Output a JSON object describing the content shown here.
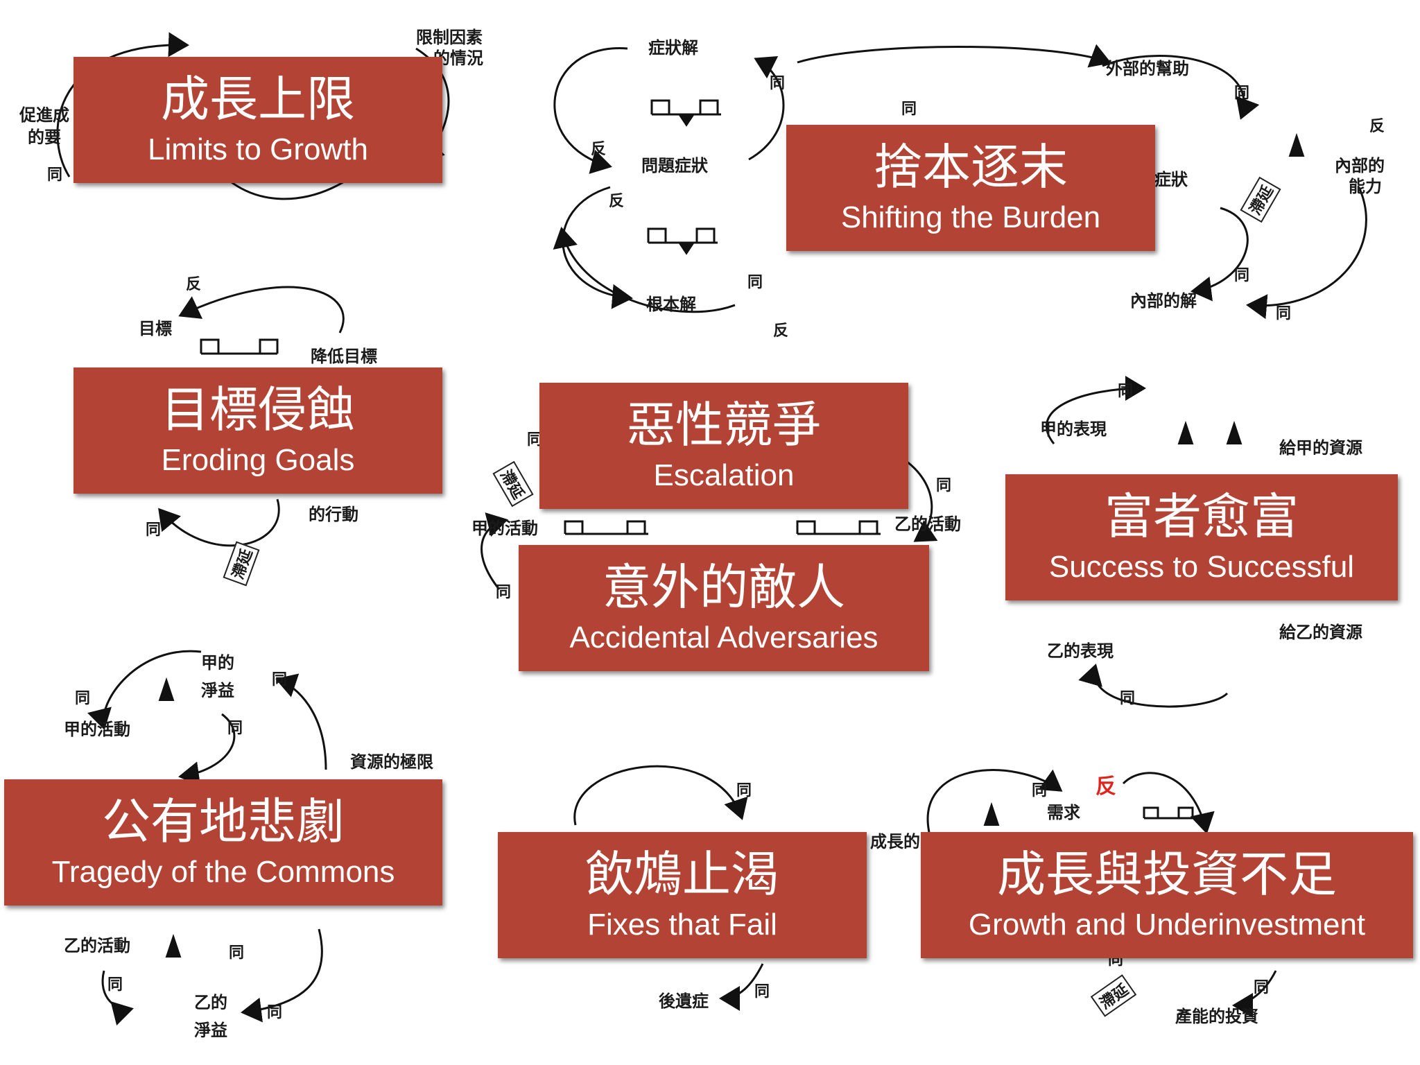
{
  "cards": {
    "limits": {
      "zh": "成長上限",
      "en": "Limits to Growth"
    },
    "shifting": {
      "zh": "捨本逐末",
      "en": "Shifting the Burden"
    },
    "eroding": {
      "zh": "目標侵蝕",
      "en": "Eroding Goals"
    },
    "escalation": {
      "zh": "惡性競爭",
      "en": "Escalation"
    },
    "accidental": {
      "zh": "意外的敵人",
      "en": "Accidental Adversaries"
    },
    "success": {
      "zh": "富者愈富",
      "en": "Success to Successful"
    },
    "tragedy": {
      "zh": "公有地悲劇",
      "en": "Tragedy of the Commons"
    },
    "fixes": {
      "zh": "飲鴆止渴",
      "en": "Fixes that Fail"
    },
    "growth": {
      "zh": "成長與投資不足",
      "en": "Growth and Underinvestment"
    }
  },
  "labels": {
    "limit_condition_1": "限制因素",
    "limit_condition_2": "的情況",
    "growth_driver_1": "促進成",
    "growth_driver_2": "的要",
    "symptom_fix": "症狀解",
    "problem_symptom": "問題症狀",
    "fundamental_fix": "根本解",
    "external_help": "外部的幫助",
    "internal_capacity_1": "內部的",
    "internal_capacity_2": "能力",
    "symptom_short": "症狀",
    "internal_fix": "內部的解",
    "goal": "目標",
    "lower_goal": "降低目標",
    "corrective_action": "的行動",
    "a_activity": "甲的活動",
    "b_activity": "乙的活動",
    "a_performance": "甲的表現",
    "b_performance": "乙的表現",
    "resources_to_a": "給甲的資源",
    "resources_to_b": "給乙的資源",
    "a_net_gain_1": "甲的",
    "a_net_gain_2": "淨益",
    "b_net_gain_1": "乙的",
    "b_net_gain_2": "淨益",
    "resource_limit": "資源的極限",
    "side_effect": "後遺症",
    "demand": "需求",
    "growth_partial": "成長的",
    "capacity_investment": "產能的投資",
    "same": "同",
    "opposite": "反",
    "delay": "滯延"
  },
  "colors": {
    "card_bg": "#b34335",
    "card_text": "#ffffff",
    "highlight": "#e0231c"
  }
}
